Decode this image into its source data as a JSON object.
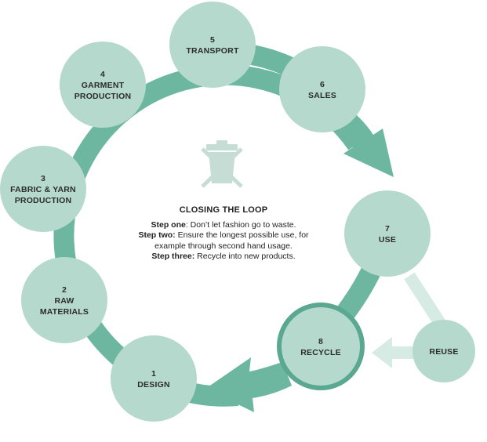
{
  "colors": {
    "node_fill": "#b5d9cd",
    "ring": "#6db7a1",
    "reuse_arrow": "#d6ebe3",
    "recycle_border": "#5aa88f",
    "bin_icon": "#c5ddd5"
  },
  "nodes": [
    {
      "id": "design",
      "number": "1",
      "label": [
        "DESIGN"
      ]
    },
    {
      "id": "raw",
      "number": "2",
      "label": [
        "RAW",
        "MATERIALS"
      ]
    },
    {
      "id": "fabric",
      "number": "3",
      "label": [
        "FABRIC & YARN",
        "PRODUCTION"
      ]
    },
    {
      "id": "garment",
      "number": "4",
      "label": [
        "GARMENT",
        "PRODUCTION"
      ]
    },
    {
      "id": "transport",
      "number": "5",
      "label": [
        "TRANSPORT"
      ]
    },
    {
      "id": "sales",
      "number": "6",
      "label": [
        "SALES"
      ]
    },
    {
      "id": "use",
      "number": "7",
      "label": [
        "USE"
      ]
    },
    {
      "id": "recycle",
      "number": "8",
      "label": [
        "RECYCLE"
      ]
    },
    {
      "id": "reuse",
      "number": "",
      "label": [
        "REUSE"
      ]
    }
  ],
  "center": {
    "icon": "crossed-out-trash-bin-icon",
    "title": "CLOSING THE LOOP",
    "steps": [
      {
        "lead": "Step one",
        "sep": ": ",
        "text": "Don’t let fashion go to waste."
      },
      {
        "lead": "Step two:",
        "sep": " ",
        "text": "Ensure the longest possible use, for example through second hand usage."
      },
      {
        "lead": "Step three:",
        "sep": " ",
        "text": "Recycle into new products."
      }
    ]
  }
}
